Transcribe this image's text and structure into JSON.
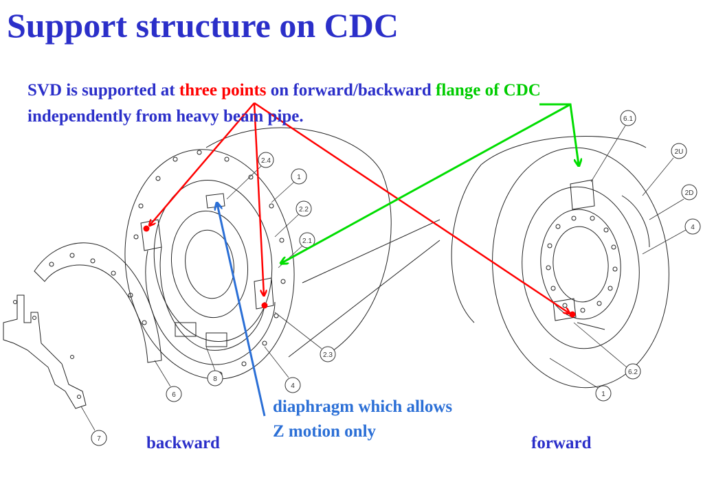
{
  "title": "Support structure on CDC",
  "subtitle": {
    "part1": "SVD is supported at ",
    "highlight_red": "three points",
    "part2": " on forward/backward ",
    "highlight_green": "flange of CDC",
    "line2": "independently from heavy beam pipe."
  },
  "labels": {
    "backward": "backward",
    "forward": "forward",
    "diaphragm_line1": "diaphragm which allows",
    "diaphragm_line2": "Z motion only"
  },
  "callouts": [
    "2.4",
    "1",
    "2.2",
    "2.1",
    "2.3",
    "4",
    "8",
    "6",
    "7",
    "6.1",
    "2U",
    "2D",
    "4",
    "6.2",
    "1"
  ],
  "colors": {
    "title": "#2b2fc9",
    "red_arrow": "#ff0000",
    "green_arrow": "#00dd00",
    "blue_arrow": "#2b6fd6"
  }
}
